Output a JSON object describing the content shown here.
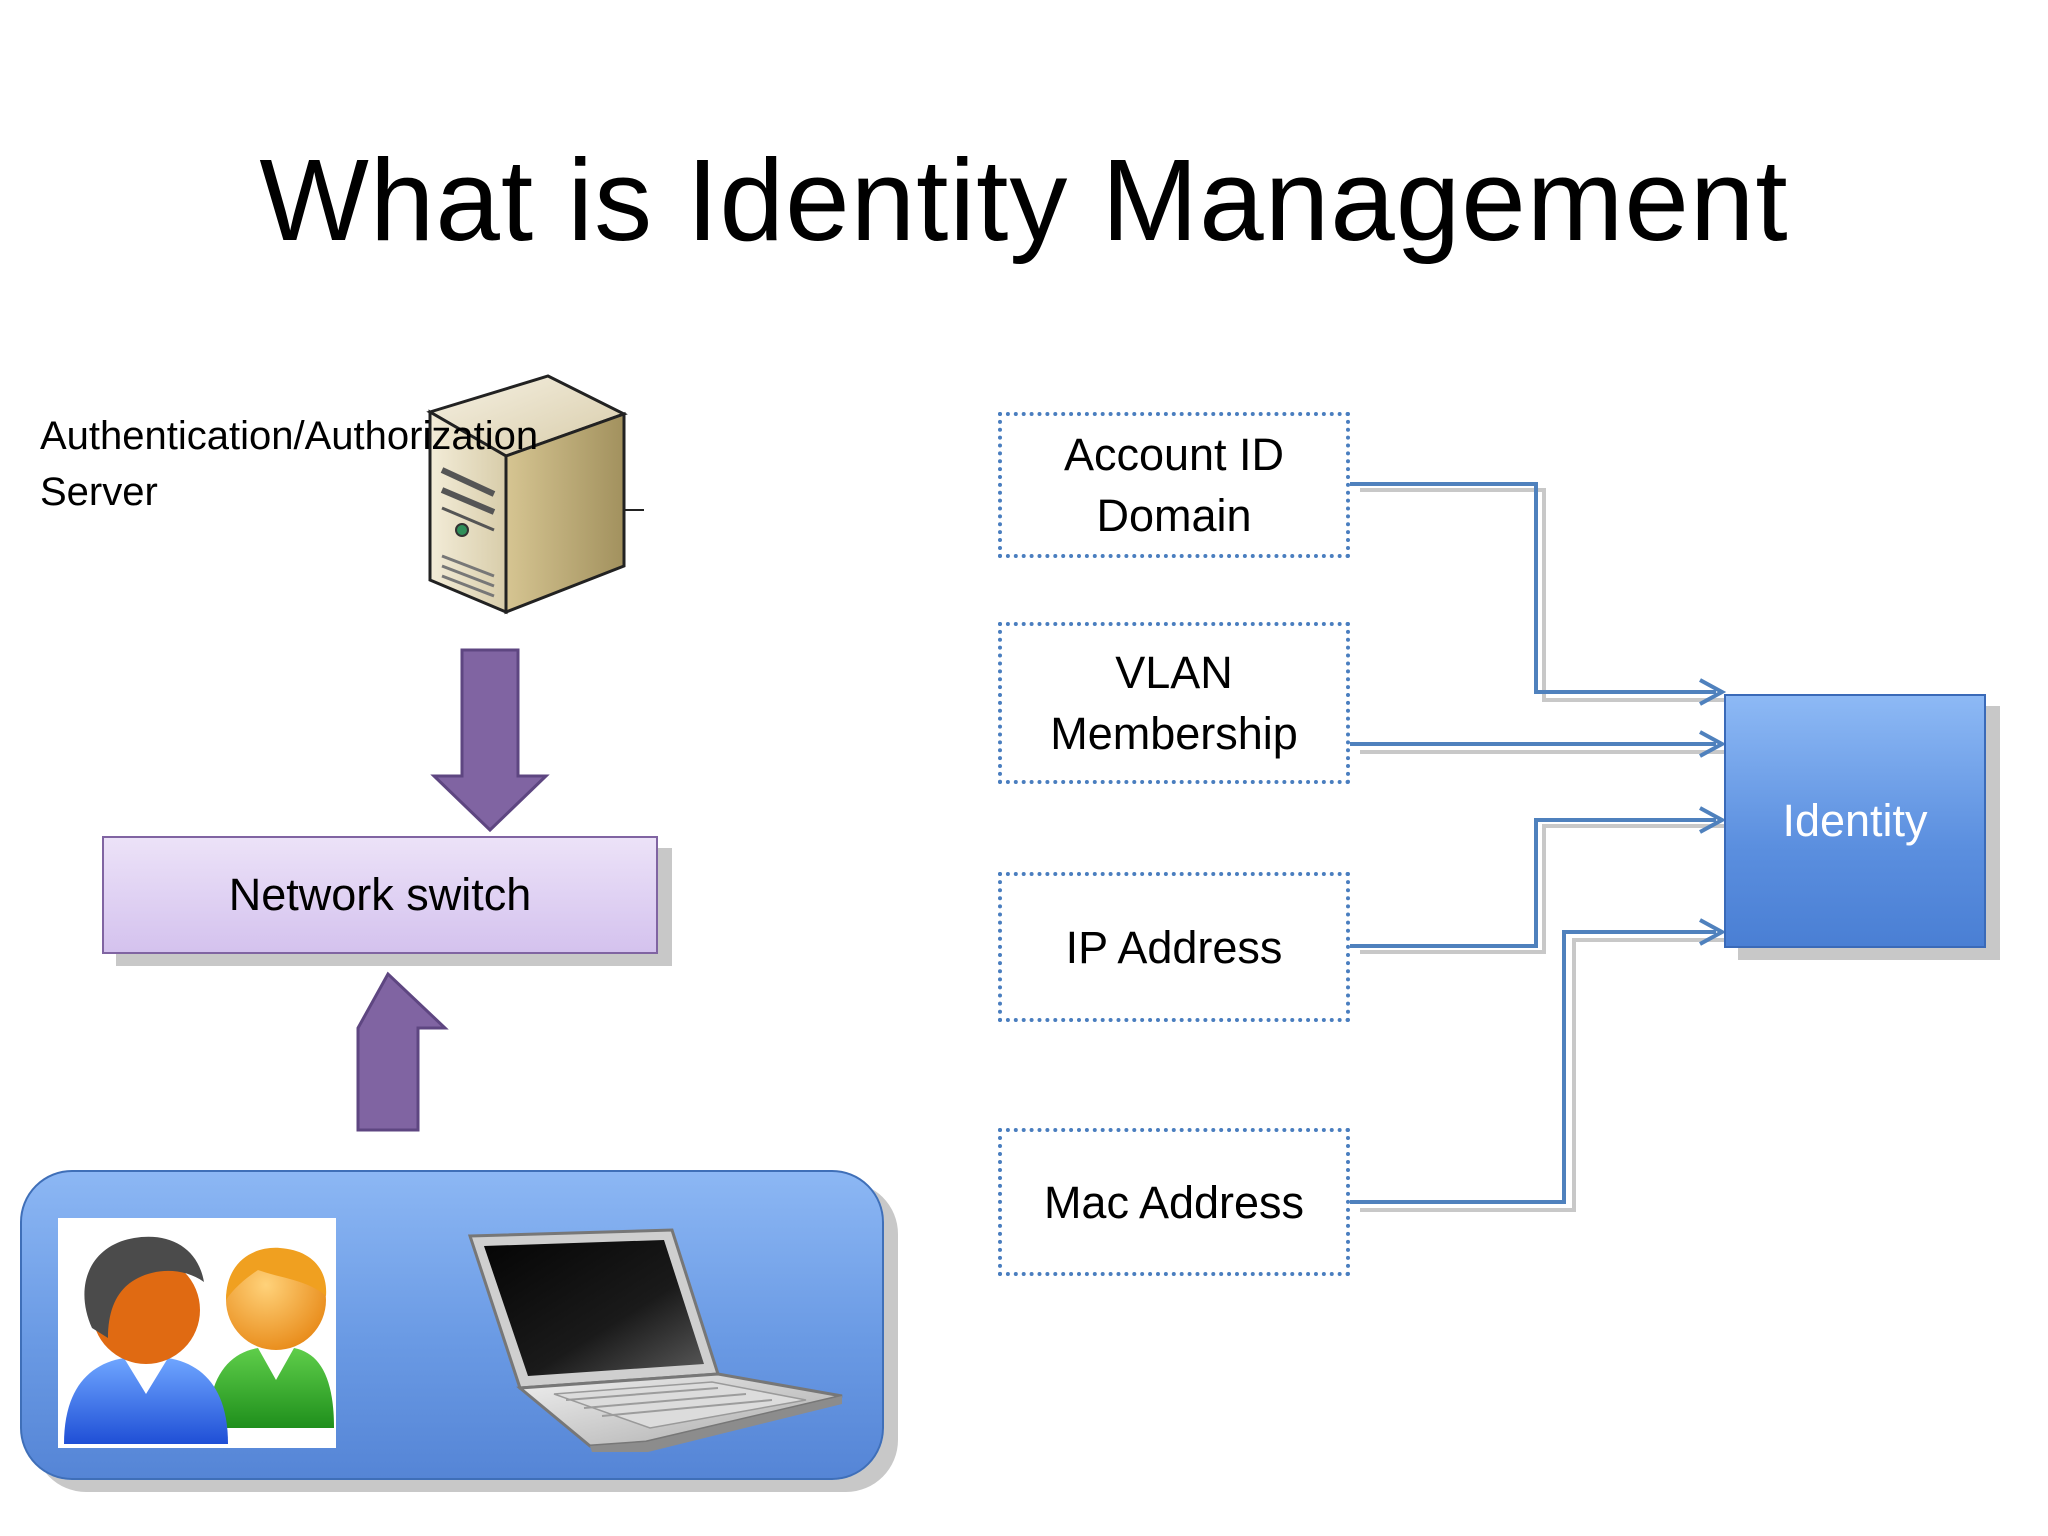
{
  "slide": {
    "title": "What is Identity Management"
  },
  "left_diagram": {
    "server_label": "Authentication/Authorization Server",
    "switch_label": "Network switch",
    "server_icon": "server-tower-icon",
    "users_icon": "two-users-icon",
    "laptop_icon": "laptop-icon",
    "arrow_color": "#8064a2"
  },
  "right_diagram": {
    "attributes": [
      {
        "label": "Account ID Domain"
      },
      {
        "label": "VLAN Membership"
      },
      {
        "label": "IP Address"
      },
      {
        "label": "Mac Address"
      }
    ],
    "target_label": "Identity",
    "connector_color": "#4f81bd"
  }
}
